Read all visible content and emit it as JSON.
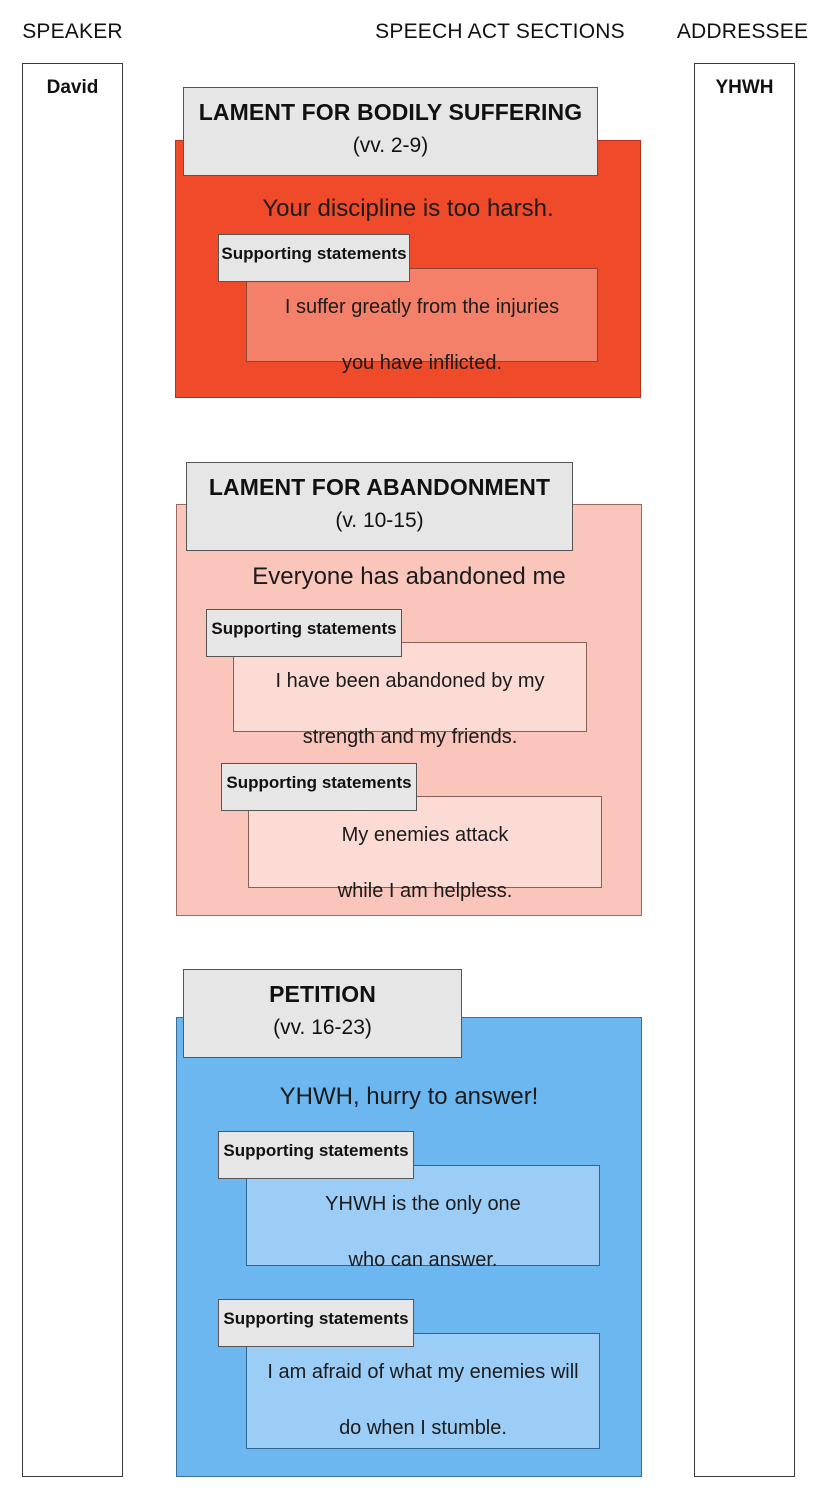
{
  "columns": {
    "speaker_header": "SPEAKER",
    "sections_header": "SPEECH ACT SECTIONS",
    "addressee_header": "ADDRESSEE",
    "speaker_name": "David",
    "addressee_name": "YHWH"
  },
  "colors": {
    "section1_fill": "#EF4A29",
    "section1_inner_fill": "#F48069",
    "section2_fill": "#FAC5BB",
    "section2_inner_fill": "#FCDBD4",
    "section3_fill": "#6CB7F0",
    "section3_inner_fill": "#9CCDF7",
    "header_card_fill": "#E6E6E6",
    "page_background": "#FFFFFF",
    "text": "#111111"
  },
  "support_label": "Supporting\nstatements",
  "support_label_line1": "Supporting",
  "support_label_line2": "statements",
  "sections": [
    {
      "title": "LAMENT FOR BODILY SUFFERING",
      "verses": "(vv. 2-9)",
      "headline": "Your discipline is too harsh.",
      "supports": [
        {
          "label_line1": "Supporting",
          "label_line2": "statements",
          "line1": "I suffer greatly from the injuries",
          "line2": "you have inflicted."
        }
      ]
    },
    {
      "title": "LAMENT FOR ABANDONMENT",
      "verses": "(v. 10-15)",
      "headline": "Everyone has abandoned me",
      "supports": [
        {
          "label_line1": "Supporting",
          "label_line2": "statements",
          "line1": "I have been abandoned by my",
          "line2": "strength and my friends."
        },
        {
          "label_line1": "Supporting",
          "label_line2": "statements",
          "line1": "My enemies attack",
          "line2": "while I am helpless."
        }
      ]
    },
    {
      "title": "PETITION",
      "verses": "(vv. 16-23)",
      "headline": "YHWH, hurry to answer!",
      "supports": [
        {
          "label_line1": "Supporting",
          "label_line2": "statements",
          "line1": "YHWH is the only one",
          "line2": "who can answer."
        },
        {
          "label_line1": "Supporting",
          "label_line2": "statements",
          "line1": "I am afraid of what my enemies will",
          "line2": "do when I stumble."
        }
      ]
    }
  ]
}
